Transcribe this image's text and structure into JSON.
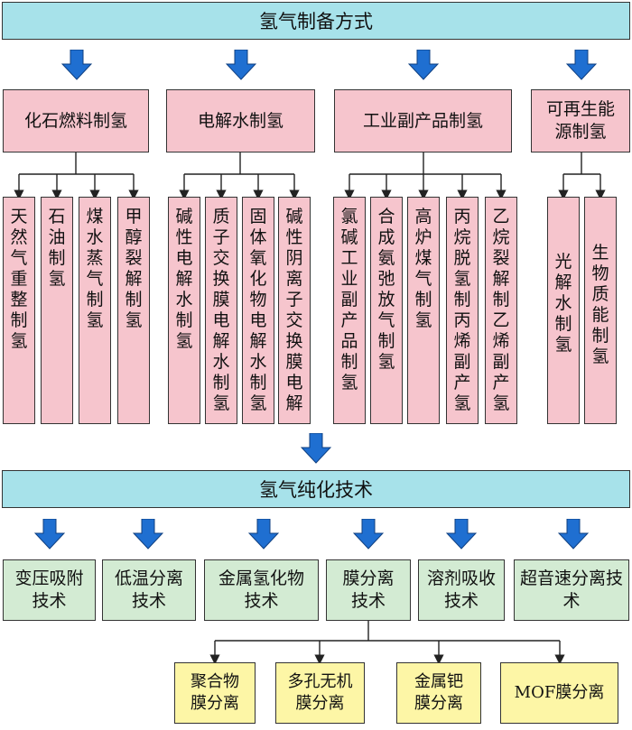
{
  "header": {
    "production_title": "氢气制备方式",
    "purification_title": "氢气纯化技术"
  },
  "categories": [
    {
      "label": "化石燃料制氢",
      "methods": [
        "天然气重整制氢",
        "石油制氢",
        "煤水蒸气制氢",
        "甲醇裂解制氢"
      ]
    },
    {
      "label": "电解水制氢",
      "methods": [
        "碱性电解水制氢",
        "质子交换膜电解水制氢",
        "固体氧化物电解水制氢",
        "碱性阴离子交换膜电解"
      ]
    },
    {
      "label": "工业副产品制氢",
      "methods": [
        "氯碱工业副产品制氢",
        "合成氨弛放气制氢",
        "高炉煤气制氢",
        "丙烷脱氢制丙烯副产氢",
        "乙烷裂解制乙烯副产氢"
      ]
    },
    {
      "label": "可再生能源制氢",
      "methods": [
        "光解水制氢",
        "生物质能制氢"
      ]
    }
  ],
  "purification": [
    {
      "label": "变压吸附技术"
    },
    {
      "label": "低温分离技术"
    },
    {
      "label": "金属氢化物技术"
    },
    {
      "label": "膜分离技术"
    },
    {
      "label": "溶剂吸收技术"
    },
    {
      "label": "超音速分离技术"
    }
  ],
  "membranes": [
    {
      "label": "聚合物膜分离"
    },
    {
      "label": "多孔无机膜分离"
    },
    {
      "label": "金属钯膜分离"
    },
    {
      "label": "MOF膜分离"
    }
  ],
  "colors": {
    "banner": "#a7e2ea",
    "production": "#f6c5cd",
    "purification": "#d3ebd3",
    "membrane": "#fdf6a6",
    "arrow": "#1f6fd1"
  }
}
